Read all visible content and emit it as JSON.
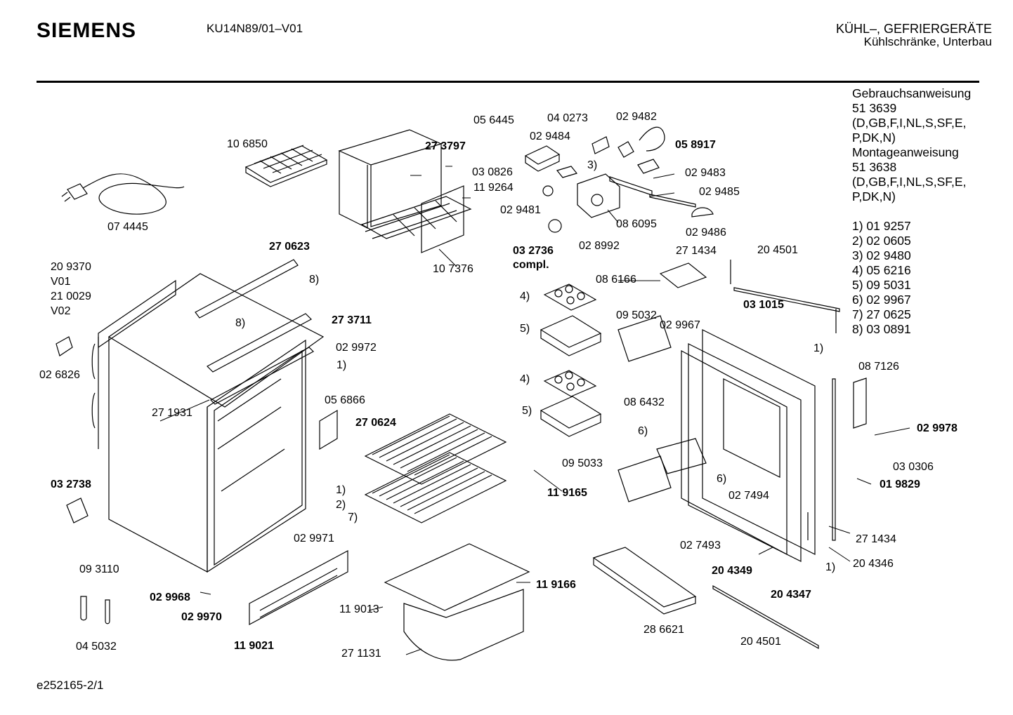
{
  "header": {
    "brand": "SIEMENS",
    "model": "KU14N89/01–V01",
    "category_line1": "KÜHL–, GEFRIERGERÄTE",
    "category_line2": "Kühlschränke, Unterbau"
  },
  "side_notes": {
    "manual_title": "Gebrauchsanweisung",
    "manual_number": "51 3639",
    "manual_langs_1": "(D,GB,F,I,NL,S,SF,E,",
    "manual_langs_2": "P,DK,N)",
    "assembly_title": "Montageanweisung",
    "assembly_number": "51 3638",
    "assembly_langs_1": "(D,GB,F,I,NL,S,SF,E,",
    "assembly_langs_2": "P,DK,N)",
    "footnotes": [
      "1) 01 9257",
      "2) 02 0605",
      "3) 02 9480",
      "4) 05 6216",
      "5) 09 5031",
      "6) 02 9967",
      "7) 27 0625",
      "8) 03 0891"
    ]
  },
  "part_labels": [
    {
      "text": "10 6850",
      "bold": false
    },
    {
      "text": "07 4445",
      "bold": false
    },
    {
      "text": "27 3797",
      "bold": true
    },
    {
      "text": "05 6445",
      "bold": false
    },
    {
      "text": "04 0273",
      "bold": false
    },
    {
      "text": "02 9482",
      "bold": false
    },
    {
      "text": "02 9484",
      "bold": false
    },
    {
      "text": "05 8917",
      "bold": true
    },
    {
      "text": "03 0826",
      "bold": false
    },
    {
      "text": "3)",
      "bold": false
    },
    {
      "text": "02 9483",
      "bold": false
    },
    {
      "text": "11 9264",
      "bold": false
    },
    {
      "text": "02 9481",
      "bold": false
    },
    {
      "text": "02 9485",
      "bold": false
    },
    {
      "text": "08 6095",
      "bold": false
    },
    {
      "text": "02 9486",
      "bold": false
    },
    {
      "text": "03 2736",
      "bold": true
    },
    {
      "text": "compl.",
      "bold": true
    },
    {
      "text": "02 8992",
      "bold": false
    },
    {
      "text": "27 1434",
      "bold": false
    },
    {
      "text": "20 4501",
      "bold": false
    },
    {
      "text": "27 0623",
      "bold": true
    },
    {
      "text": "20 9370",
      "bold": false
    },
    {
      "text": "V01",
      "bold": false
    },
    {
      "text": "21 0029",
      "bold": false
    },
    {
      "text": "V02",
      "bold": false
    },
    {
      "text": "10 7376",
      "bold": false
    },
    {
      "text": "08 6166",
      "bold": false
    },
    {
      "text": "8)",
      "bold": false
    },
    {
      "text": "4)",
      "bold": false
    },
    {
      "text": "03 1015",
      "bold": true
    },
    {
      "text": "8)",
      "bold": false
    },
    {
      "text": "27 3711",
      "bold": true
    },
    {
      "text": "09 5032",
      "bold": false
    },
    {
      "text": "02 9967",
      "bold": false
    },
    {
      "text": "5)",
      "bold": false
    },
    {
      "text": "02 9972",
      "bold": false
    },
    {
      "text": "1)",
      "bold": false
    },
    {
      "text": "1)",
      "bold": false
    },
    {
      "text": "02 6826",
      "bold": false
    },
    {
      "text": "08 7126",
      "bold": false
    },
    {
      "text": "4)",
      "bold": false
    },
    {
      "text": "27 1931",
      "bold": false
    },
    {
      "text": "05 6866",
      "bold": false
    },
    {
      "text": "08 6432",
      "bold": false
    },
    {
      "text": "5)",
      "bold": false
    },
    {
      "text": "27 0624",
      "bold": true
    },
    {
      "text": "02 9978",
      "bold": true
    },
    {
      "text": "6)",
      "bold": false
    },
    {
      "text": "09 5033",
      "bold": false
    },
    {
      "text": "03 0306",
      "bold": false
    },
    {
      "text": "03 2738",
      "bold": true
    },
    {
      "text": "1)",
      "bold": false
    },
    {
      "text": "6)",
      "bold": false
    },
    {
      "text": "01 9829",
      "bold": true
    },
    {
      "text": "11 9165",
      "bold": true
    },
    {
      "text": "2)",
      "bold": false
    },
    {
      "text": "02 7494",
      "bold": false
    },
    {
      "text": "7)",
      "bold": false
    },
    {
      "text": "02 9971",
      "bold": false
    },
    {
      "text": "02 7493",
      "bold": false
    },
    {
      "text": "27 1434",
      "bold": false
    },
    {
      "text": "20 4349",
      "bold": true
    },
    {
      "text": "1)",
      "bold": false
    },
    {
      "text": "20 4346",
      "bold": false
    },
    {
      "text": "09 3110",
      "bold": false
    },
    {
      "text": "11 9166",
      "bold": true
    },
    {
      "text": "02 9968",
      "bold": true
    },
    {
      "text": "20 4347",
      "bold": true
    },
    {
      "text": "02 9970",
      "bold": true
    },
    {
      "text": "11 9013",
      "bold": false
    },
    {
      "text": "28 6621",
      "bold": false
    },
    {
      "text": "04 5032",
      "bold": false
    },
    {
      "text": "11 9021",
      "bold": true
    },
    {
      "text": "27 1131",
      "bold": false
    },
    {
      "text": "20 4501",
      "bold": false
    }
  ],
  "footer": {
    "doc_id": "e252165-2/1"
  }
}
